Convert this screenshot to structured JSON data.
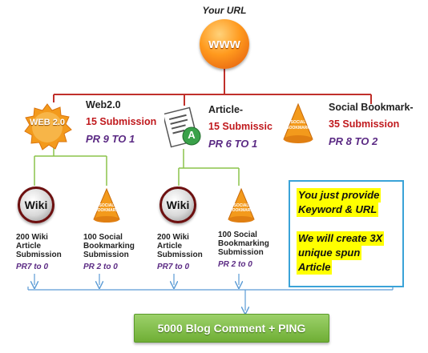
{
  "top": {
    "title": "Your URL",
    "icon_text": "www"
  },
  "branches": [
    {
      "name": "Web2.0",
      "submission": "15 Submission",
      "pr": "PR 9 TO 1",
      "icon_text": "WEB 2.0"
    },
    {
      "name": "Article-",
      "submission": "15 Submissic",
      "pr": "PR 6 TO 1",
      "icon_text": "A"
    },
    {
      "name": "Social Bookmark-",
      "submission": "35 Submission",
      "pr": "PR 8 TO 2",
      "icon_text": "SOCIAL BOOKMARK"
    }
  ],
  "leaves": [
    {
      "line1": "200 Wiki",
      "line2": "Article",
      "line3": "Submission",
      "pr": "PR7 to 0",
      "icon_text": "Wiki"
    },
    {
      "line1": "100 Social",
      "line2": "Bookmarking",
      "line3": "Submission",
      "pr": "PR 2 to 0",
      "icon_text": "SOCIAL BOOKMARK"
    },
    {
      "line1": "200 Wiki",
      "line2": "Article",
      "line3": "Submission",
      "pr": "PR7 to 0",
      "icon_text": "Wiki"
    },
    {
      "line1": "100 Social",
      "line2": "Bookmarking",
      "line3": "Submission",
      "pr": "PR 2 to 0",
      "icon_text": "SOCIAL BOOKMARK"
    }
  ],
  "note": {
    "line1": "You just provide",
    "line2": "Keyword & URL",
    "line3": "We will create 3X",
    "line4": "unique spun",
    "line5": "Article"
  },
  "bottom": {
    "label": "5000 Blog Comment + PING"
  },
  "colors": {
    "tree_line": "#c0302b",
    "branch_line": "#8bc34a",
    "arrow_line": "#5b9bd5",
    "note_border": "#3aa3d8"
  }
}
